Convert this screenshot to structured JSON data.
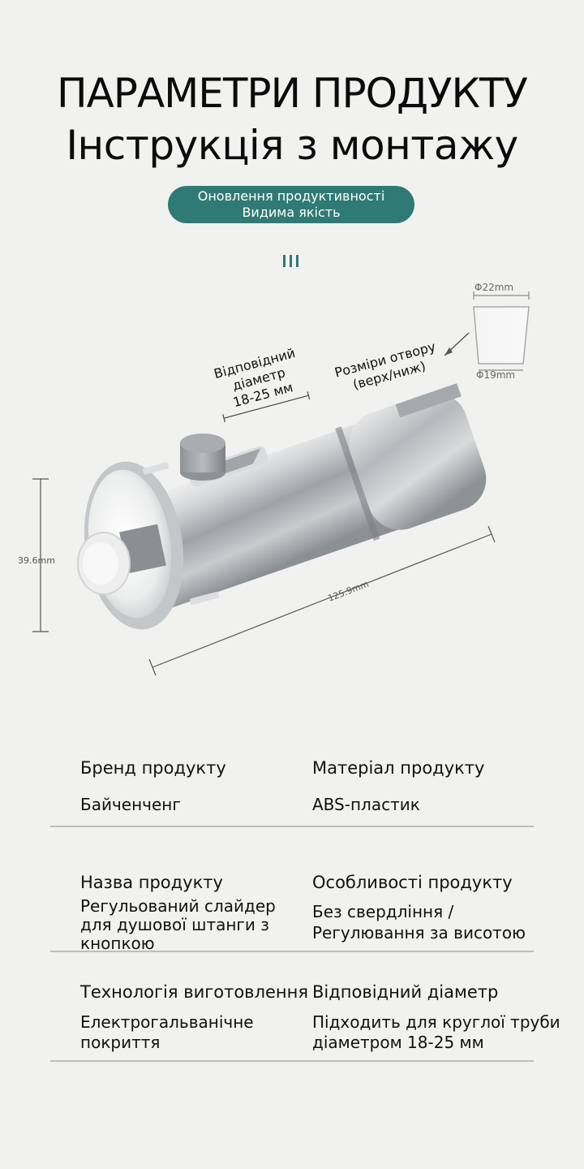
{
  "header": {
    "title": "ПАРАМЕТРИ ПРОДУКТУ",
    "subtitle": "Інструкція з монтажу",
    "badge_line1": "Оновлення продуктивності",
    "badge_line2": "Видима якість"
  },
  "diagram": {
    "label_diameter_line1": "Відповідний",
    "label_diameter_line2": "діаметр",
    "label_diameter_line3": "18-25 мм",
    "label_hole_line1": "Розміри отвору",
    "label_hole_line2": "(верх/ниж)",
    "top_diameter": "Φ22mm",
    "bottom_diameter": "Φ19mm",
    "height": "39.6mm",
    "length": "125.9mm"
  },
  "specs": [
    {
      "left_label": "Бренд продукту",
      "left_value": [
        "Байченченг"
      ],
      "right_label": "Матеріал продукту",
      "right_value": [
        "ABS-пластик"
      ]
    },
    {
      "left_label": "Назва продукту",
      "left_value": [
        "Регульований слайдер",
        "для душової штанги з",
        "кнопкою"
      ],
      "right_label": "Особливості продукту",
      "right_value": [
        "Без свердління /",
        "Регулювання за висотою"
      ]
    },
    {
      "left_label": "Технологія виготовлення",
      "left_value": [
        "Електрогальванічне",
        "покриття"
      ],
      "right_label": "Відповідний діаметр",
      "right_value": [
        "Підходить для круглої труби",
        "діаметром 18-25 мм"
      ]
    }
  ]
}
